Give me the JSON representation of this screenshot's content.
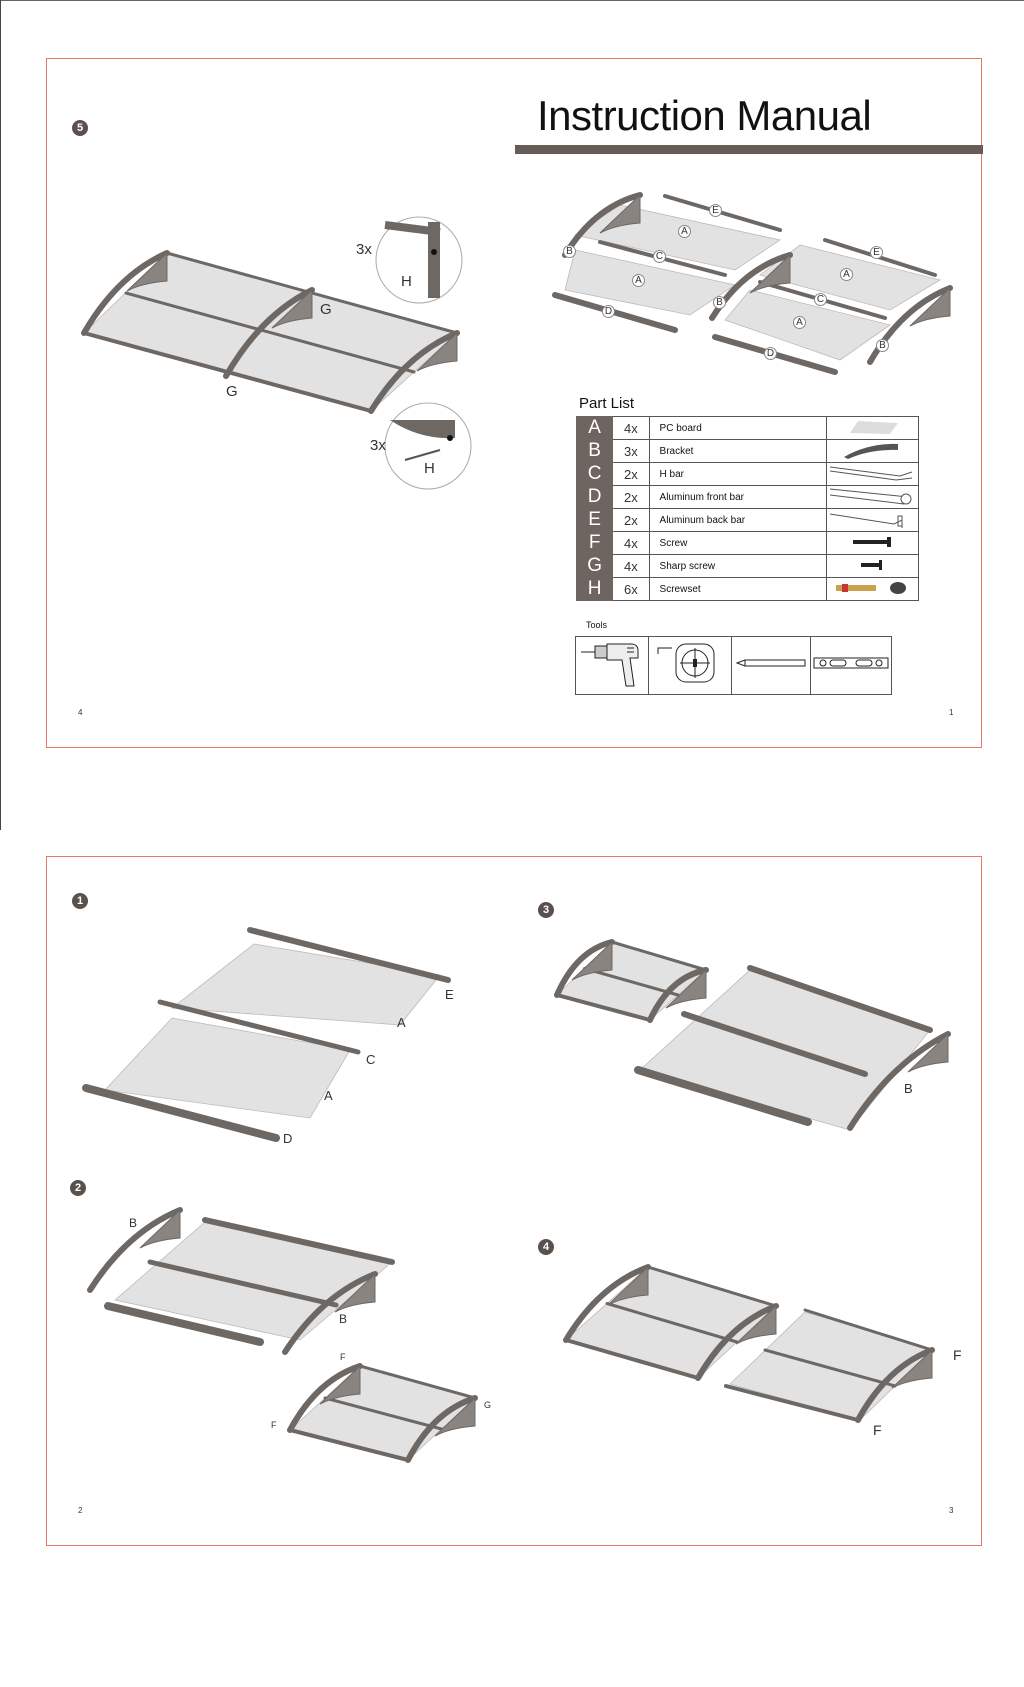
{
  "title": "Instruction Manual",
  "pages": {
    "top": {
      "left_page_number": "4",
      "right_page_number": "1"
    },
    "bottom": {
      "left_page_number": "2",
      "right_page_number": "3"
    }
  },
  "steps": {
    "s1": "1",
    "s2": "2",
    "s3": "3",
    "s4": "4",
    "s5": "5"
  },
  "step5_labels": {
    "qty_top": "3x",
    "h_top": "H",
    "g_mid": "G",
    "g_bottom": "G",
    "qty_bottom": "3x",
    "h_bottom": "H"
  },
  "exploded_labels": {
    "a1": "A",
    "a2": "A",
    "a3": "A",
    "a4": "A",
    "e1": "E",
    "e2": "E",
    "c1": "C",
    "c2": "C",
    "b1": "B",
    "b2": "B",
    "b3": "B",
    "d1": "D",
    "d2": "D"
  },
  "step1_labels": {
    "e": "E",
    "a_top": "A",
    "c": "C",
    "a_bottom": "A",
    "d": "D"
  },
  "step2_labels": {
    "b_left": "B",
    "b_right": "B",
    "f_top": "F",
    "g": "G",
    "f_left": "F"
  },
  "step3_labels": {
    "b": "B"
  },
  "step4_labels": {
    "f_top": "F",
    "f_bottom": "F"
  },
  "part_list": {
    "title": "Part List",
    "rows": [
      {
        "letter": "A",
        "qty": "4x",
        "name": "PC board",
        "icon": "pc-board-icon"
      },
      {
        "letter": "B",
        "qty": "3x",
        "name": "Bracket",
        "icon": "bracket-icon"
      },
      {
        "letter": "C",
        "qty": "2x",
        "name": "H bar",
        "icon": "h-bar-icon"
      },
      {
        "letter": "D",
        "qty": "2x",
        "name": "Aluminum front bar",
        "icon": "front-bar-icon"
      },
      {
        "letter": "E",
        "qty": "2x",
        "name": "Aluminum back bar",
        "icon": "back-bar-icon"
      },
      {
        "letter": "F",
        "qty": "4x",
        "name": "Screw",
        "icon": "screw-icon"
      },
      {
        "letter": "G",
        "qty": "4x",
        "name": "Sharp screw",
        "icon": "sharp-screw-icon"
      },
      {
        "letter": "H",
        "qty": "6x",
        "name": "Screwset",
        "icon": "screwset-icon"
      }
    ]
  },
  "tools": {
    "title": "Tools",
    "items": [
      "drill-icon",
      "tape-measure-icon",
      "pencil-icon",
      "spirit-level-icon"
    ]
  },
  "colors": {
    "border": "#e8776c",
    "accent": "#675d58",
    "frame": "#6e6864",
    "panel": "#e2e2e2"
  }
}
